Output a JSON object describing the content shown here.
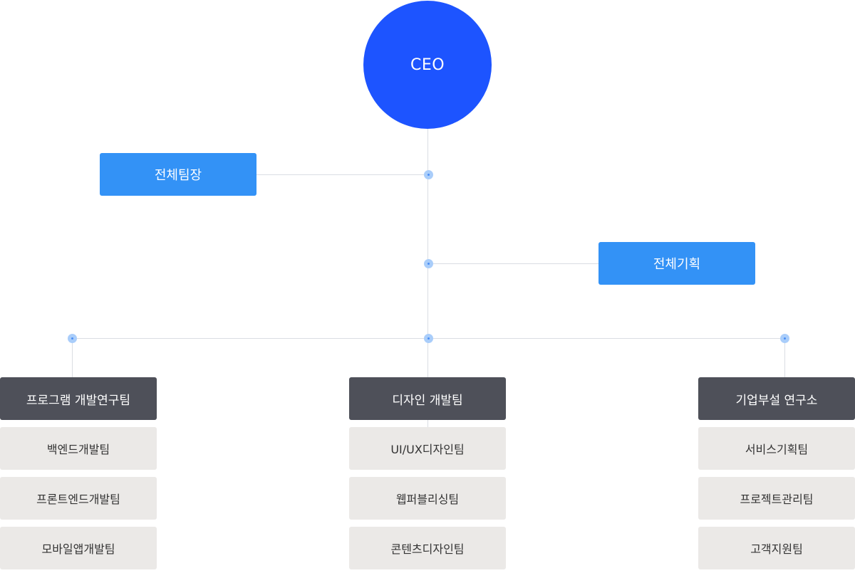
{
  "ceo": {
    "label": "CEO"
  },
  "staff": {
    "left": "전체팀장",
    "right": "전체기획"
  },
  "departments": [
    {
      "label": "프로그램 개발연구팀",
      "teams": [
        "백엔드개발팀",
        "프론트엔드개발팀",
        "모바일앱개발팀"
      ]
    },
    {
      "label": "디자인 개발팀",
      "teams": [
        "UI/UX디자인팀",
        "웹퍼블리싱팀",
        "콘텐츠디자인팀"
      ]
    },
    {
      "label": "기업부설 연구소",
      "teams": [
        "서비스기획팀",
        "프로젝트관리팀",
        "고객지원팀"
      ]
    }
  ],
  "colors": {
    "ceo": "#1d54ff",
    "staff_box": "#3392f6",
    "department_box": "#4e5059",
    "team_box": "#ebe9e7",
    "connector": "#dadde3",
    "node_dot": "#a9cdfa"
  }
}
